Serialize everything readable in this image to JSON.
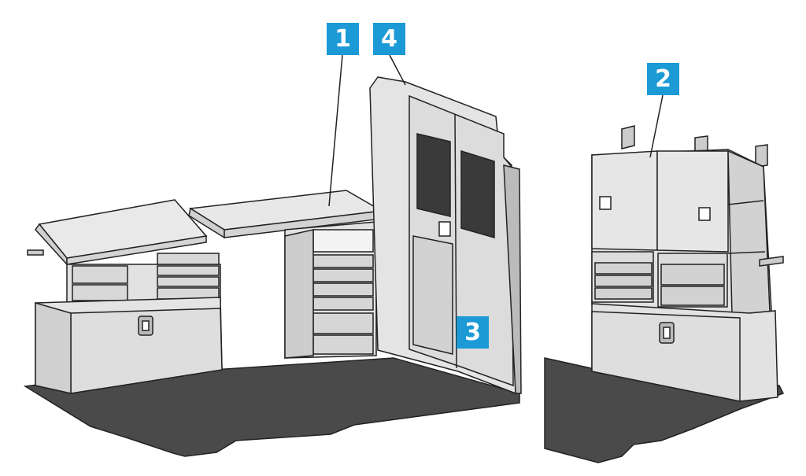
{
  "diagram": {
    "callouts": [
      {
        "id": "1",
        "label": "1"
      },
      {
        "id": "4",
        "label": "4"
      },
      {
        "id": "2",
        "label": "2"
      },
      {
        "id": "3",
        "label": "3"
      }
    ],
    "colors": {
      "callout_bg": "#1b9ad6",
      "callout_text": "#ffffff",
      "floor": "#4a4a4a",
      "cabinet": "#e2e2e2",
      "outline": "#222222"
    }
  }
}
